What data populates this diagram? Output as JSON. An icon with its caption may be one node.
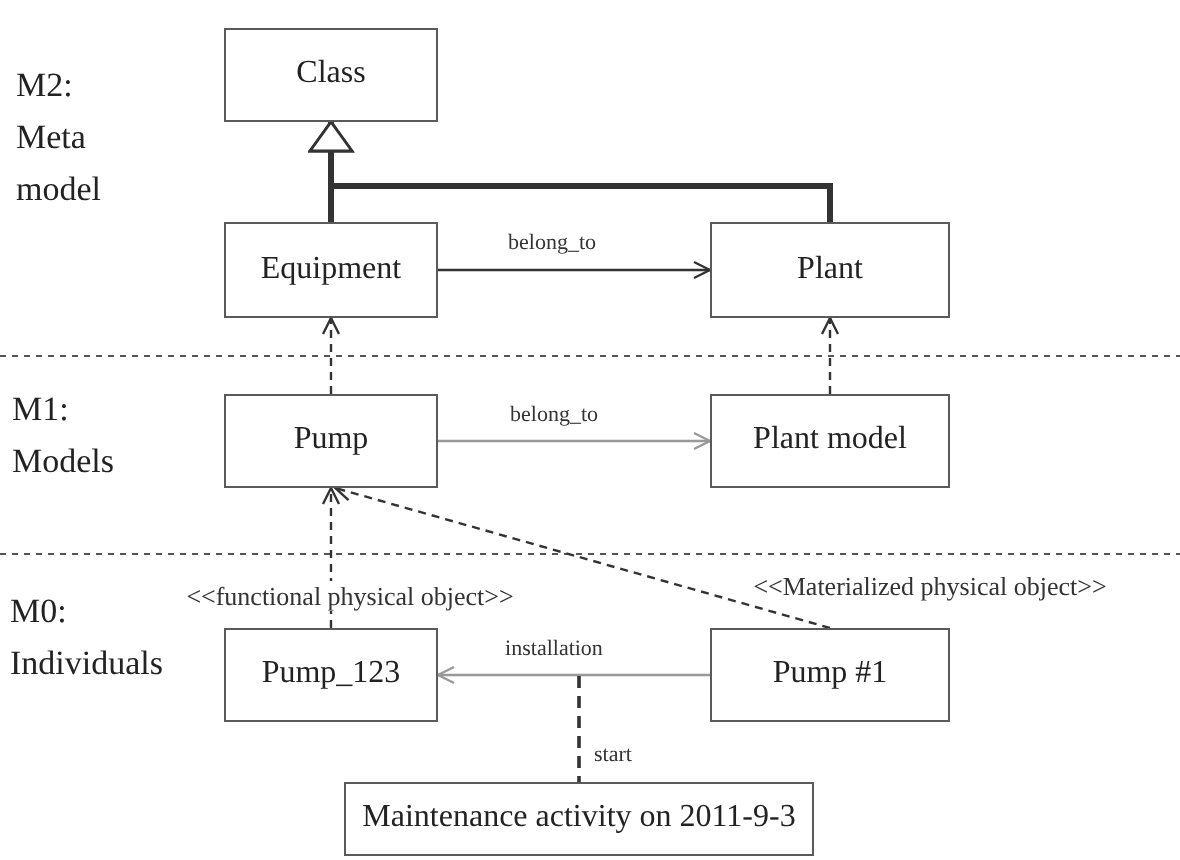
{
  "diagram": {
    "nodes": [
      {
        "text": [
          "Class"
        ]
      },
      {
        "text": [
          "Equipment"
        ]
      },
      {
        "text": [
          "Plant"
        ]
      },
      {
        "text": [
          "Pump"
        ]
      },
      {
        "text": [
          "Plant model"
        ]
      },
      {
        "text": [
          "Pump_123"
        ],
        "beside": [
          "<<functional physical object>>"
        ]
      },
      {
        "text": [
          "Pump #1"
        ],
        "beside": [
          "<<Materialized physical object>>"
        ]
      },
      {
        "text": [
          "Maintenance activity on 2011-9-3"
        ]
      }
    ],
    "edges": [
      {
        "from": 1,
        "to": 0,
        "arrow": "to",
        "style": "thick"
      },
      {
        "from": 2,
        "to": 0,
        "arrow": "to",
        "style": "thick"
      },
      {
        "from": 1,
        "to": 2,
        "arrow": "to",
        "label": "belong_to"
      },
      {
        "from": 3,
        "to": 1,
        "arrow": "to",
        "style": "dashed"
      },
      {
        "from": 4,
        "to": 2,
        "arrow": "to",
        "style": "dashed"
      },
      {
        "from": 3,
        "to": 4,
        "arrow": "to",
        "label": "belong_to",
        "color": "#999999"
      },
      {
        "from": 5,
        "to": 3,
        "arrow": "to",
        "style": "dashed"
      },
      {
        "from": 6,
        "to": 3,
        "arrow": "to",
        "style": "dashed"
      },
      {
        "from": 6,
        "to": 5,
        "arrow": "to",
        "label": "installation",
        "color": "#999999"
      },
      {
        "from": null,
        "to": 7,
        "arrow": "none",
        "style": "dashed",
        "label": "start"
      }
    ],
    "labels": [
      "M2: Meta model",
      "M1: Models",
      "M0: Individuals"
    ]
  }
}
